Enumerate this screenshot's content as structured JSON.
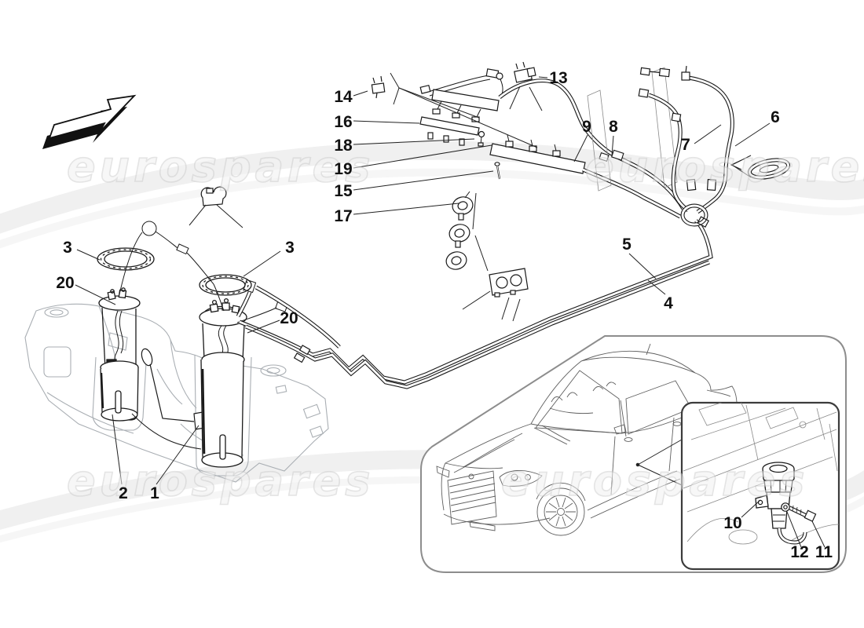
{
  "watermark": {
    "text": "eurospares",
    "fill_color": "#f2f2f2",
    "stroke_color": "#cfcfcf"
  },
  "callouts": {
    "n1": "1",
    "n2": "2",
    "n3": "3",
    "n4": "4",
    "n5": "5",
    "n6": "6",
    "n7": "7",
    "n8": "8",
    "n9": "9",
    "n10": "10",
    "n11": "11",
    "n12": "12",
    "n13": "13",
    "n14": "14",
    "n15": "15",
    "n16": "16",
    "n17": "17",
    "n18": "18",
    "n19": "19",
    "n20": "20"
  },
  "colors": {
    "background": "#ffffff",
    "line_art": "#1a1a1a",
    "tank_outline": "#a9aeb3",
    "car_outline": "#5f5f5f",
    "outer_box_border": "#8d8d8d",
    "inset_box_border": "#3c3c3c"
  }
}
